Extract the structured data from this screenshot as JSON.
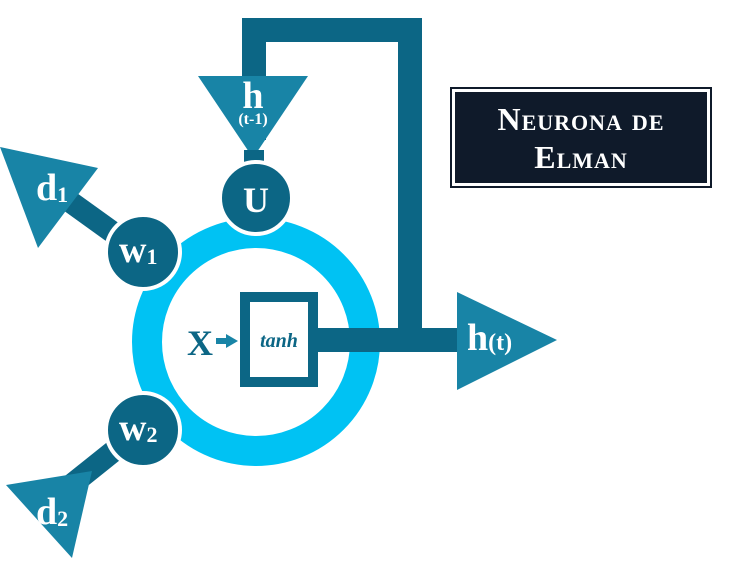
{
  "title": {
    "line1": "Neurona de",
    "line2": "Elman"
  },
  "nodes": {
    "input1": {
      "main": "d",
      "sub": "1"
    },
    "input2": {
      "main": "d",
      "sub": "2"
    },
    "weight1": {
      "main": "w",
      "sub": "1"
    },
    "weight2": {
      "main": "w",
      "sub": "2"
    },
    "recurrent_weight": "U",
    "recurrent_input": {
      "main": "h",
      "sub": "(t-1)"
    },
    "sum_input": "X",
    "activation": "tanh",
    "output": {
      "main": "h",
      "sub": "(t)"
    }
  },
  "colors": {
    "dark_teal": "#0c6685",
    "mid_teal": "#1884a6",
    "cyan": "#00c2f3",
    "title_bg": "#0f1a2a",
    "white": "#ffffff"
  }
}
